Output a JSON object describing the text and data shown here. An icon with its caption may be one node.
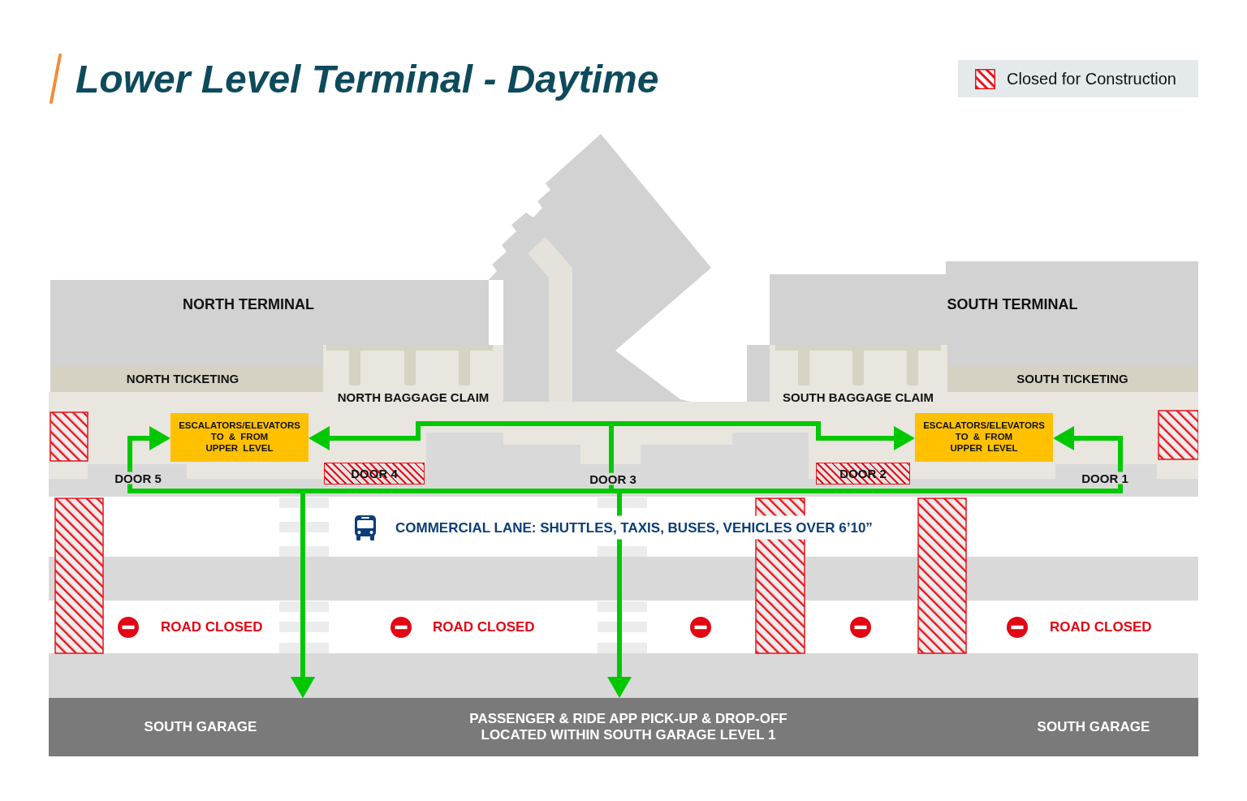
{
  "diagram": {
    "title": "Lower Level Terminal - Daytime",
    "nodes": [
      {
        "text": [
          "NORTH TERMINAL"
        ]
      },
      {
        "text": [
          "SOUTH TERMINAL"
        ]
      },
      {
        "text": [
          "NORTH TICKETING"
        ]
      },
      {
        "text": [
          "SOUTH TICKETING"
        ]
      },
      {
        "text": [
          "NORTH BAGGAGE CLAIM"
        ]
      },
      {
        "text": [
          "SOUTH BAGGAGE CLAIM"
        ]
      },
      {
        "text": [
          "ESCALATORS/ELEVATORS TO & FROM UPPER LEVEL"
        ]
      },
      {
        "text": [
          "ESCALATORS/ELEVATORS TO & FROM UPPER LEVEL"
        ]
      },
      {
        "text": [
          "DOOR 5"
        ]
      },
      {
        "text": [
          "DOOR 4"
        ]
      },
      {
        "text": [
          "DOOR 3"
        ]
      },
      {
        "text": [
          "DOOR 2"
        ]
      },
      {
        "text": [
          "DOOR 1"
        ]
      },
      {
        "text": [
          "SOUTH GARAGE",
          "PASSENGER & RIDE APP PICK-UP & DROP-OFF LOCATED WITHIN SOUTH GARAGE LEVEL 1",
          "SOUTH GARAGE"
        ]
      }
    ],
    "edges": [
      {
        "from": 8,
        "to": 6,
        "arrow": "to"
      },
      {
        "from": 10,
        "to": 6,
        "arrow": "to"
      },
      {
        "from": 10,
        "to": 7,
        "arrow": "to"
      },
      {
        "from": 12,
        "to": 7,
        "arrow": "to"
      },
      {
        "from": 8,
        "to": 13,
        "arrow": "to"
      },
      {
        "from": 10,
        "to": 13,
        "arrow": "to"
      },
      {
        "from": 12,
        "to": 13,
        "arrow": "to"
      }
    ],
    "labels": [
      "COMMERCIAL LANE: SHUTTLES, TAXIS, BUSES, VEHICLES OVER 6’10”",
      "ROAD CLOSED",
      "ROAD CLOSED",
      "ROAD CLOSED"
    ],
    "legend": [
      {
        "text": "Closed for Construction"
      }
    ]
  }
}
